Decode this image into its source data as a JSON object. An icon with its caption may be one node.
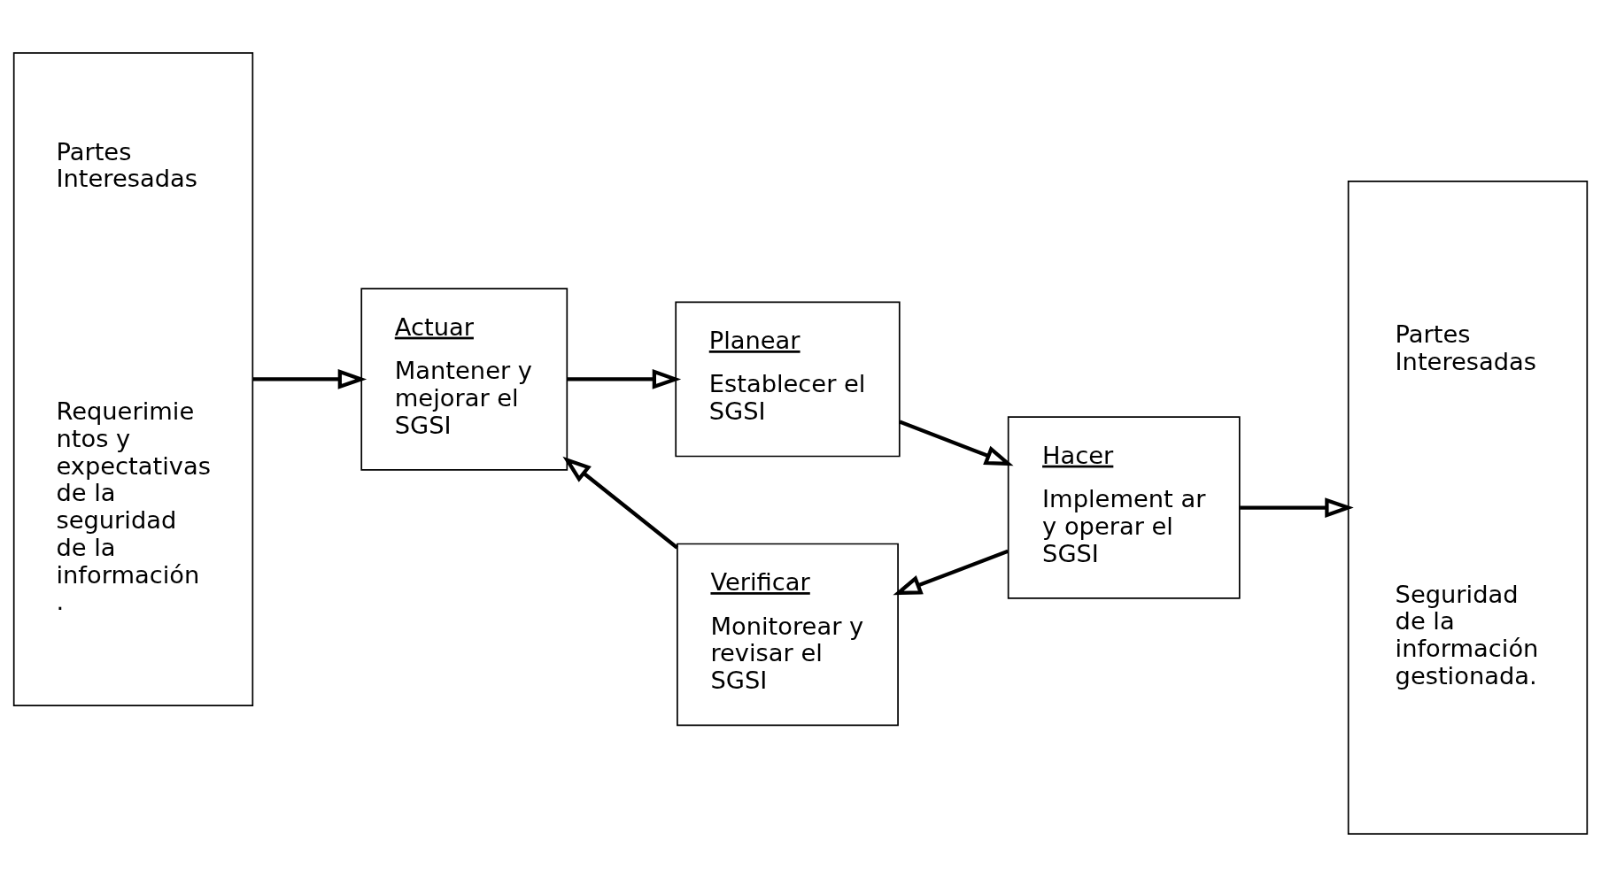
{
  "diagram": {
    "nodes": [
      {
        "text": [
          "Partes Interesadas",
          "Requerimie ntos y expectativas de la seguridad de la información ."
        ]
      },
      {
        "text": [
          "Planear",
          "Establecer el SGSI"
        ]
      },
      {
        "text": [
          "Actuar",
          "Mantener y mejorar el SGSI"
        ]
      },
      {
        "text": [
          "Hacer",
          "Implement ar y operar el SGSI"
        ]
      },
      {
        "text": [
          "Verificar",
          "Monitorear y revisar el SGSI"
        ]
      },
      {
        "text": [
          "Partes Interesadas",
          "Seguridad de la información gestionada."
        ]
      }
    ],
    "edges": [
      {
        "from": 0,
        "to": 2,
        "arrow": "to"
      },
      {
        "from": 2,
        "to": 1,
        "arrow": "to"
      },
      {
        "from": 1,
        "to": 3,
        "arrow": "to"
      },
      {
        "from": 3,
        "to": 4,
        "arrow": "to"
      },
      {
        "from": 4,
        "to": 2,
        "arrow": "to"
      },
      {
        "from": 3,
        "to": 5,
        "arrow": "to"
      }
    ]
  }
}
